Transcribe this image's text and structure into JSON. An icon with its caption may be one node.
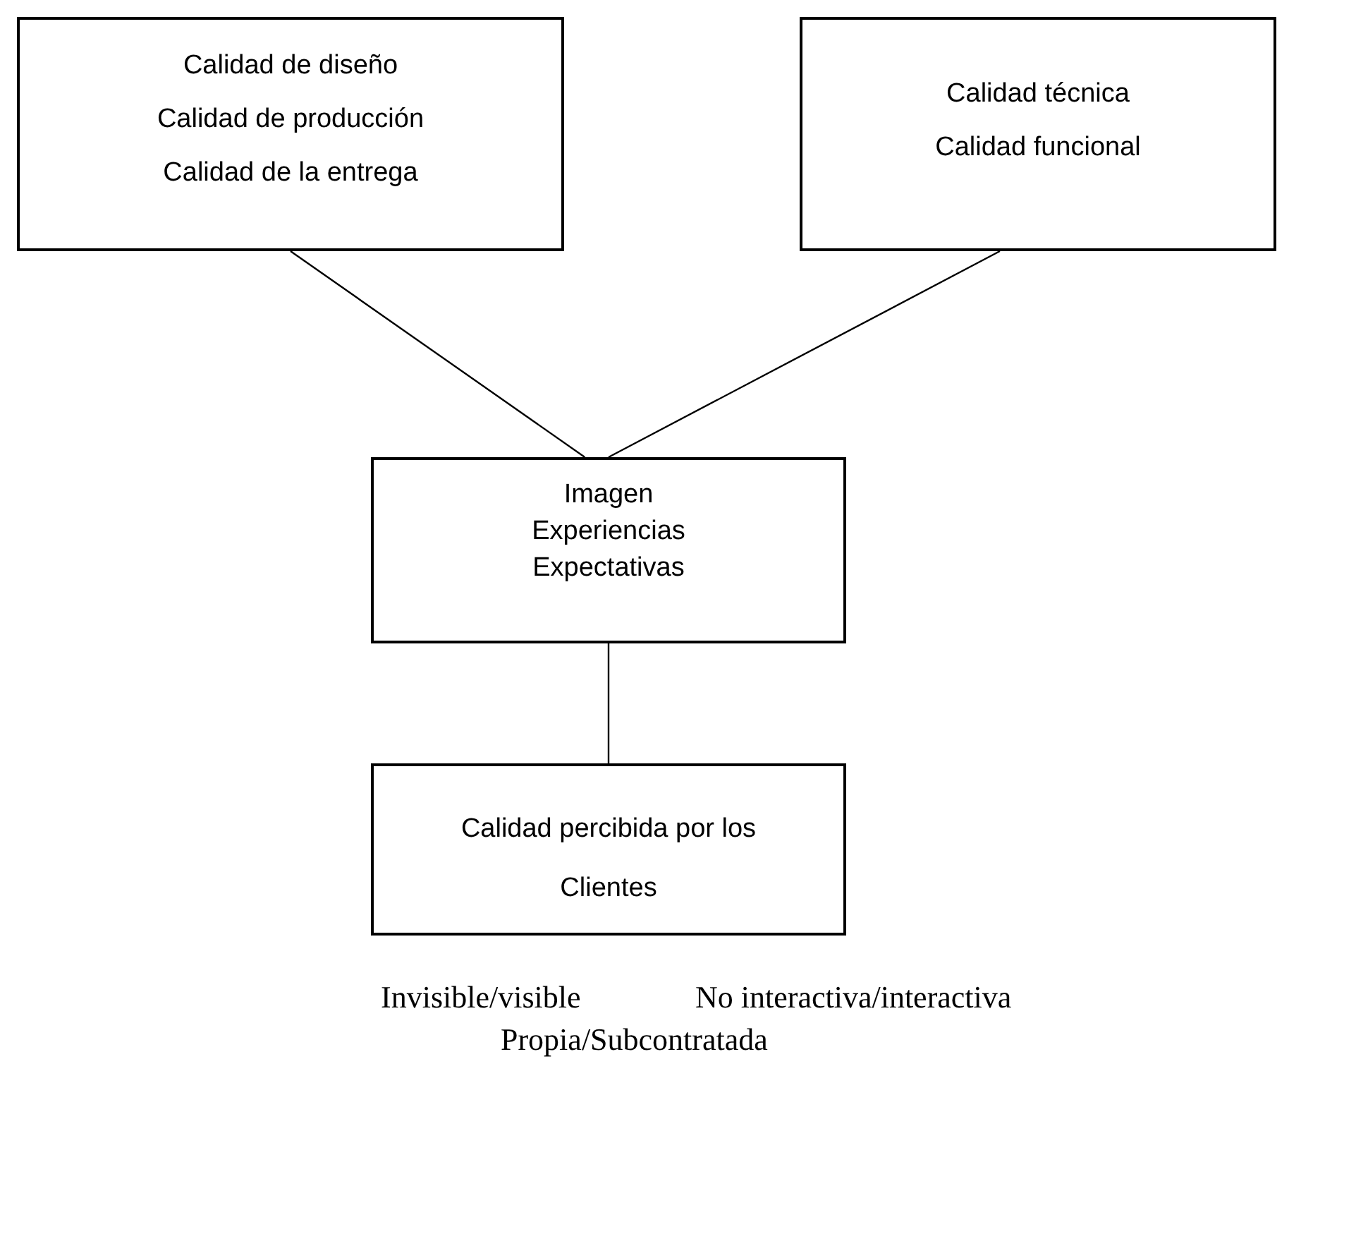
{
  "diagram": {
    "nodes": [
      {
        "text": [
          "Calidad de diseño",
          "Calidad de producción",
          "Calidad de la entrega"
        ]
      },
      {
        "text": [
          "Calidad técnica",
          "Calidad funcional"
        ]
      },
      {
        "text": [
          "Imagen",
          "Experiencias",
          "Expectativas"
        ]
      },
      {
        "text": [
          "Calidad percibida por los Clientes"
        ]
      }
    ],
    "edges": [
      {
        "from": 0,
        "to": 2,
        "arrow": "none"
      },
      {
        "from": 1,
        "to": 2,
        "arrow": "none"
      },
      {
        "from": 2,
        "to": 3,
        "arrow": "none"
      }
    ],
    "labels": [
      "Invisible/visible",
      "No interactiva/interactiva",
      "Propia/Subcontratada"
    ]
  }
}
